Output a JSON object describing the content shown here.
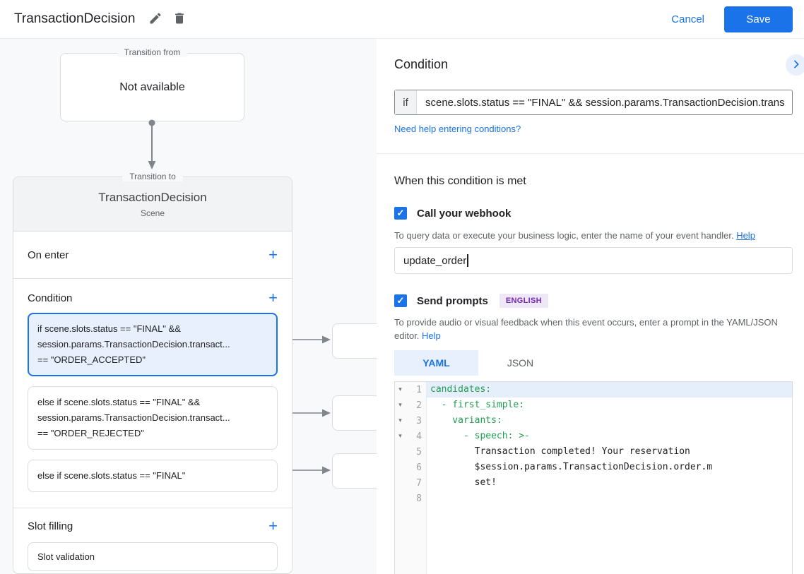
{
  "header": {
    "title": "TransactionDecision",
    "cancel_label": "Cancel",
    "save_label": "Save"
  },
  "icons": {
    "plus": "+",
    "check": "✓",
    "fold": "▾"
  },
  "diagram": {
    "transition_from": {
      "label": "Transition from",
      "content": "Not available"
    },
    "transition_to": {
      "label": "Transition to",
      "scene_name": "TransactionDecision",
      "scene_type": "Scene"
    },
    "on_enter_label": "On enter",
    "condition_label": "Condition",
    "slot_filling_label": "Slot filling",
    "slot_card_label": "Slot validation",
    "condition_cards": [
      {
        "line1": "if scene.slots.status == \"FINAL\" &&",
        "line2": "session.params.TransactionDecision.transact...",
        "line3": "== \"ORDER_ACCEPTED\""
      },
      {
        "line1": "else if scene.slots.status == \"FINAL\" &&",
        "line2": "session.params.TransactionDecision.transact...",
        "line3": "== \"ORDER_REJECTED\""
      },
      {
        "line1": "else if scene.slots.status == \"FINAL\""
      }
    ]
  },
  "panel": {
    "title": "Condition",
    "if_label": "if",
    "condition_value": "scene.slots.status == \"FINAL\" && session.params.TransactionDecision.trans",
    "conditions_help_link": "Need help entering conditions?",
    "when_met_title": "When this condition is met",
    "webhook_label": "Call your webhook",
    "webhook_helper": "To query data or execute your business logic, enter the name of your event handler. ",
    "webhook_help_link": "Help",
    "webhook_value": "update_order",
    "prompts_label": "Send prompts",
    "prompts_badge": "ENGLISH",
    "prompts_helper": "To provide audio or visual feedback when this event occurs, enter a prompt in the YAML/JSON editor. ",
    "prompts_help_link": "Help",
    "tab_yaml": "YAML",
    "tab_json": "JSON",
    "editor": {
      "lines": [
        {
          "n": "1",
          "text": "candidates:"
        },
        {
          "n": "2",
          "text": "  - first_simple:"
        },
        {
          "n": "3",
          "text": "    variants:"
        },
        {
          "n": "4",
          "text": "      - speech: >-"
        },
        {
          "n": "5",
          "text": "        Transaction completed! Your reservation"
        },
        {
          "n": "6",
          "text": "        $session.params.TransactionDecision.order.m"
        },
        {
          "n": "7",
          "text": "        set!"
        },
        {
          "n": "8",
          "text": ""
        }
      ]
    }
  },
  "colors": {
    "accent": "#1a73e8",
    "selected_card_bg": "#e8f0fe",
    "yaml_key_green": "#1d9e50",
    "badge_bg": "#ede7f6",
    "badge_text": "#7627bb"
  }
}
